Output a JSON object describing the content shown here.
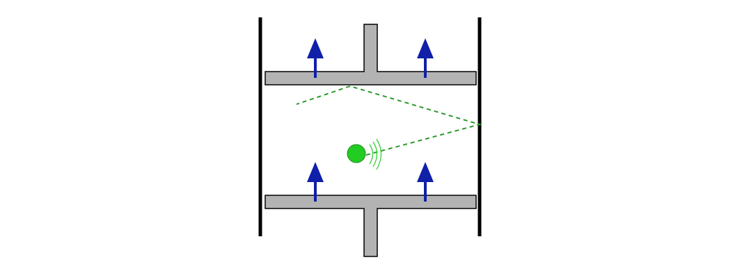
{
  "diagram": {
    "description_visible_text": "",
    "colors": {
      "wall": "#000000",
      "piston_fill": "#b3b3b3",
      "piston_stroke": "#000000",
      "arrow": "#1020a8",
      "particle": "#22cc22",
      "particle_stroke": "#1a8a1a",
      "path": "#2a9a2a"
    },
    "icons": {
      "arrow": "arrow-up-icon",
      "particle": "particle-icon",
      "sound_waves": "sound-wave-icon"
    },
    "components": [
      "left-wall",
      "right-wall",
      "upper-piston",
      "lower-piston",
      "particle",
      "reflection-path"
    ]
  }
}
